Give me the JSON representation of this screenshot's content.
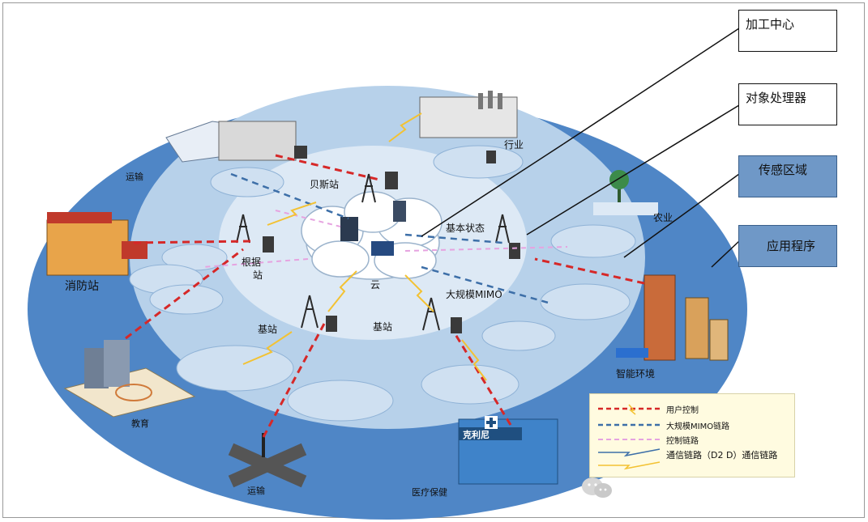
{
  "callouts": {
    "processing_center": "加工中心",
    "object_processor": "对象处理器",
    "sensing_area": "传感区域",
    "application": "应用程序"
  },
  "labels": {
    "transport_top": "运输",
    "bes_station": "贝斯站",
    "industry": "行业",
    "agriculture": "农业",
    "basic_state": "基本状态",
    "fire_station": "消防站",
    "root_station_1": "根据",
    "root_station_2": "站",
    "cloud": "云",
    "massive_mimo": "大规模MIMO",
    "base_station_left": "基站",
    "base_station_center": "基站",
    "smart_env": "智能环境",
    "education": "教育",
    "clinic": "克利尼",
    "transport_bottom": "运输",
    "healthcare": "医疗保健"
  },
  "legend": {
    "items": [
      {
        "text": "用户控制",
        "style": "user-control"
      },
      {
        "text": "大规模MIMO链路",
        "style": "mimo-link"
      },
      {
        "text": "控制链路",
        "style": "control-link"
      },
      {
        "text": "通信链路（D2 D）通信链路",
        "style": "d2d-link"
      }
    ]
  },
  "colors": {
    "outer_ellipse": "#4f86c6",
    "middle_ellipse": "#b7d1ea",
    "inner_ellipse": "#dde9f5",
    "user_control": "#d62828",
    "mimo_link": "#3d6fa8",
    "control_link": "#e6a3e0",
    "d2d_link": "#f3c233",
    "callout_blue": "#6f98c7"
  }
}
